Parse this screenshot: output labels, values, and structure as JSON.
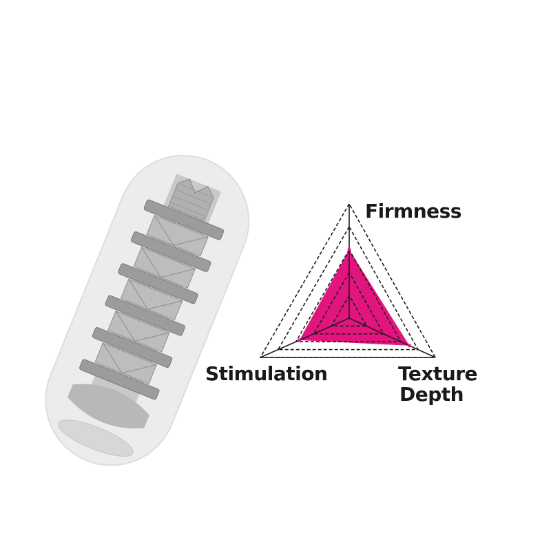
{
  "colors": {
    "fill": "#e2157f",
    "line": "#1a1a1a",
    "sleeve": "#ececec",
    "core": "#cfcfcf"
  },
  "product_illustration": {
    "icon": "textured-sleeve-cutaway",
    "rings": 6
  },
  "chart_data": {
    "type": "radar",
    "axes": [
      {
        "label": "Firmness"
      },
      {
        "label": "Stimulation"
      },
      {
        "label": "Texture",
        "label_line2": "Depth"
      }
    ],
    "levels": 5,
    "range": [
      0,
      5
    ],
    "series": [
      {
        "values": [
          3,
          2.8,
          3.5
        ]
      }
    ]
  }
}
